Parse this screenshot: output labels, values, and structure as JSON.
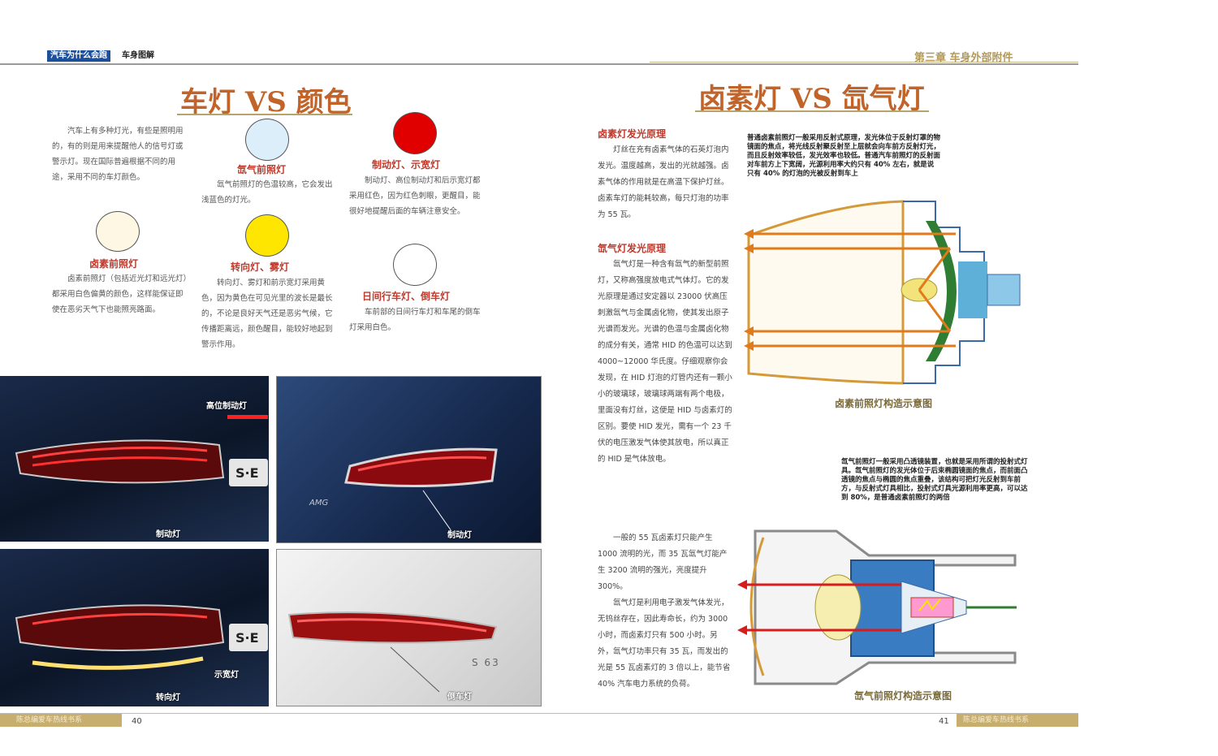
{
  "header": {
    "left_tag": "汽车为什么会跑",
    "left_sub": "车身图解",
    "right_chapter": "第三章  车身外部附件"
  },
  "left_page": {
    "title": "车灯 VS 颜色",
    "intro": "汽车上有多种灯光，有些是照明用的，有的则是用来提醒他人的信号灯或警示灯。现在国际普遍根据不同的用途，采用不同的车灯颜色。",
    "lamps": [
      {
        "name": "氙气前照灯",
        "desc": "氙气前照灯的色温较高，它会发出浅蓝色的灯光。",
        "color": "#dceefa"
      },
      {
        "name": "制动灯、示宽灯",
        "desc": "制动灯、高位制动灯和后示宽灯都采用红色，因为红色刺眼，更醒目，能很好地提醒后面的车辆注意安全。",
        "color": "#e00000"
      },
      {
        "name": "卤素前照灯",
        "desc": "卤素前照灯（包括近光灯和远光灯）都采用白色偏黄的颜色，这样能保证即使在恶劣天气下也能照亮路面。",
        "color": "#fdf7e4"
      },
      {
        "name": "转向灯、雾灯",
        "desc": "转向灯、雾灯和前示宽灯采用黄色，因为黄色在可见光里的波长是最长的，不论是良好天气还是恶劣气候，它传播距离远，颜色醒目，能较好地起到警示作用。",
        "color": "#ffe600"
      },
      {
        "name": "日间行车灯、倒车灯",
        "desc": "车前部的日间行车灯和车尾的倒车灯采用白色。",
        "color": "#ffffff"
      }
    ],
    "photos": [
      {
        "labels": [
          "高位制动灯",
          "制动灯"
        ],
        "badge": "S·E"
      },
      {
        "labels": [
          "制动灯"
        ],
        "badge": "AMG"
      },
      {
        "labels": [
          "示宽灯",
          "转向灯"
        ],
        "badge": "S·E"
      },
      {
        "labels": [
          "倒车灯"
        ],
        "badge": "S 63"
      }
    ],
    "page_number": "40",
    "footer_text": "陈总编爱车热线书系"
  },
  "right_page": {
    "title": "卤素灯 VS 氙气灯",
    "halogen_head": "卤素灯发光原理",
    "halogen_text": "灯丝在充有卤素气体的石英灯泡内发光。温度越高，发出的光就越强。卤素气体的作用就是在高温下保护灯丝。卤素车灯的能耗较高，每只灯泡的功率为 55 瓦。",
    "xenon_head": "氙气灯发光原理",
    "xenon_text": "氙气灯是一种含有氙气的新型前照灯，又称高强度放电式气体灯。它的发光原理是通过安定器以 23000 伏高压刺激氙气与金属卤化物，使其发出原子光谱而发光。光谱的色温与金属卤化物的成分有关，通常 HID 的色温可以达到 4000~12000 华氏度。仔细观察你会发现，在 HID 灯泡的灯管内还有一颗小小的玻璃球，玻璃球两端有两个电极，里面没有灯丝，这便是 HID 与卤素灯的区别。要使 HID 发光，需有一个 23 千伏的电压激发气体使其放电，所以真正的 HID 是气体放电。",
    "compare_text": "一般的 55 瓦卤素灯只能产生 1000 流明的光，而 35 瓦氙气灯能产生 3200 流明的强光，亮度提升 300%。",
    "life_text": "氙气灯是利用电子激发气体发光，无钨丝存在，因此寿命长，约为 3000 小时，而卤素灯只有 500 小时。另外，氙气灯功率只有 35 瓦，而发出的光是 55 瓦卤素灯的 3 倍以上，能节省 40% 汽车电力系统的负荷。",
    "note1": "普通卤素前照灯一般采用反射式原理，发光体位于反射灯罩的物镜面的焦点，将光线反射聚反射至上层就会向车前方反射灯光，而且反射效率较低，发光效率也较低。普通汽车前照灯的反射面对车前方上下宽阔，光源利用率大约只有 40% 左右，就是说只有 40% 的灯泡的光被反射到车上",
    "diagram1_caption": "卤素前照灯构造示意图",
    "note2": "氙气前照灯一般采用凸透镜装置，也就是采用所谓的投射式灯具。氙气前照灯的发光体位于后束椭圆镜面的焦点，而前面凸透镜的焦点与椭圆的焦点重叠，该结构可把灯光反射到车前方，与反射式灯具相比，投射式灯具光源利用率更高，可以达到 80%，是普通卤素前照灯的两倍",
    "diagram2_caption": "氙气前照灯构造示意图",
    "page_number": "41",
    "footer_text": "陈总编爱车热线书系"
  },
  "colors": {
    "title": "#c2642a",
    "header_blue": "#1c4f9c",
    "caption_red": "#c0392b",
    "footer_gold": "#c8ae6e"
  }
}
